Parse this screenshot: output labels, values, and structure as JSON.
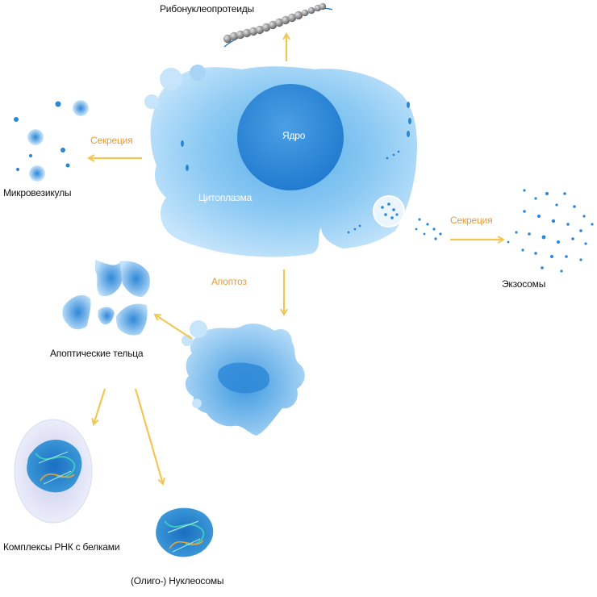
{
  "labels": {
    "rnp": "Рибонуклеопротеиды",
    "nucleus": "Ядро",
    "cytoplasm": "Цитоплазма",
    "secretion_left": "Секреция",
    "secretion_right": "Секреция",
    "microvesicles": "Микровезикулы",
    "exosomes": "Экзосомы",
    "apoptosis": "Апоптоз",
    "apoptotic_bodies": "Апоптические тельца",
    "rna_complexes": "Комплексы РНК с белками",
    "nucleosomes": "(Олиго-) Нуклеосомы"
  },
  "colors": {
    "arrow": "#f3c654",
    "orange_text": "#e59a3a",
    "cell_light": "#bfe0f8",
    "cell_mid": "#7cc0ee",
    "cell_dark": "#2a86d6",
    "nucleus": "#2f88d8"
  }
}
